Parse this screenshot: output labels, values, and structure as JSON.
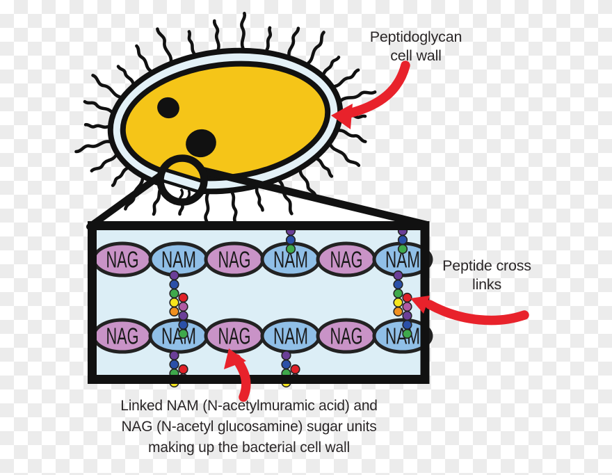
{
  "labels": {
    "cell_wall": {
      "line1": "Peptidoglycan",
      "line2": "cell wall"
    },
    "cross_links": {
      "line1": "Peptide cross",
      "line2": "links"
    },
    "caption": {
      "line1": "Linked NAM (N-acetylmuramic acid) and",
      "line2": "NAG (N-acetyl glucosamine) sugar units",
      "line3": "making up the bacterial cell wall"
    }
  },
  "wall_units": {
    "row1": [
      "NAG",
      "NAM",
      "NAG",
      "NAM",
      "NAG",
      "NAM"
    ],
    "row2": [
      "NAG",
      "NAM",
      "NAG",
      "NAM",
      "NAG",
      "NAM"
    ]
  },
  "colors": {
    "nag_fill": "#c993c7",
    "nam_fill": "#90bfe7",
    "box_fill": "#dceef6",
    "cell_body": "#f5c518",
    "cell_wall_band": "#e3f1f7",
    "arrow_red": "#e8222b",
    "outline": "#111111",
    "text": "#2a2627"
  },
  "peptide_chain": {
    "dot_outline": "#222222",
    "top_stub": [
      "purple",
      "blue",
      "green"
    ],
    "left_strand": [
      "purple",
      "blue",
      "green",
      "yellow",
      "orange"
    ],
    "right_strand": [
      "red",
      "magenta",
      "purple",
      "blue",
      "green"
    ],
    "bottom_stub_left": [
      "purple",
      "blue",
      "green",
      "yellow"
    ],
    "bottom_stub_right": [
      "red",
      "magenta"
    ],
    "palette": {
      "purple": "#6b3f98",
      "blue": "#2b50a8",
      "green": "#3fa94c",
      "yellow": "#f5e51d",
      "orange": "#f0901f",
      "red": "#e02128",
      "magenta": "#b05ba3"
    }
  }
}
